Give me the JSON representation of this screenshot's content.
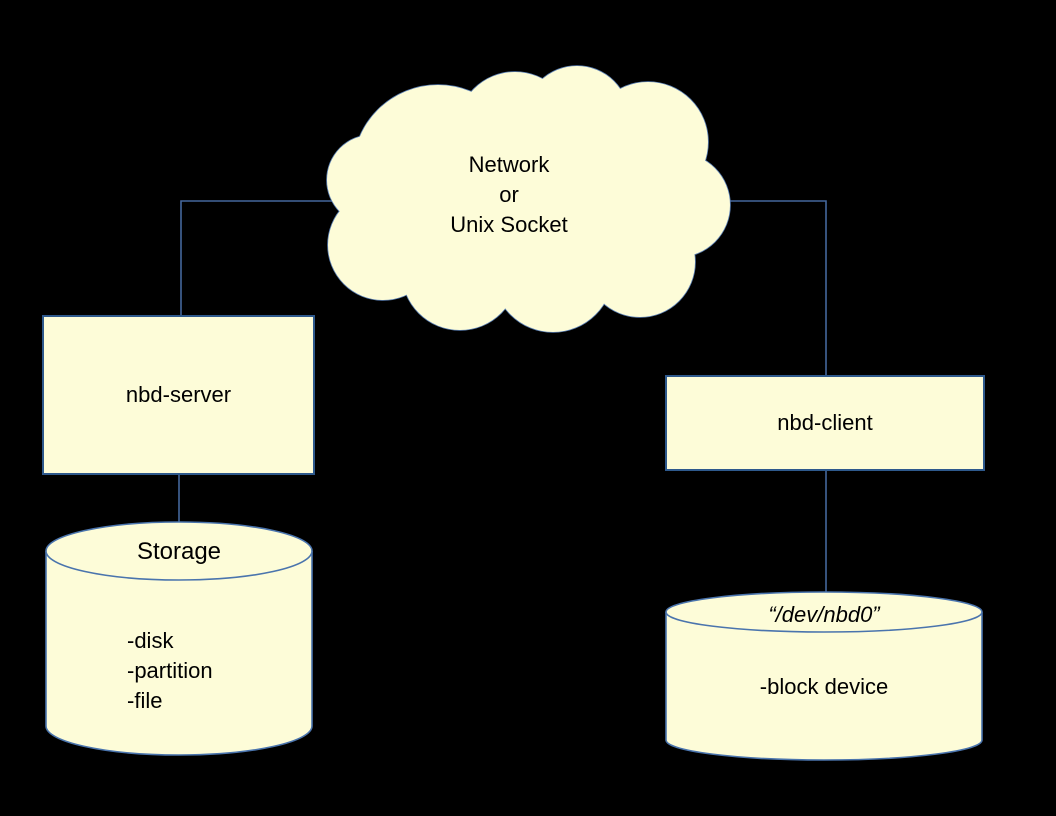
{
  "diagram": {
    "background_color": "#000000",
    "shape_fill_color": "#fdfcd8",
    "box_border_color": "#2e598c",
    "line_color": "#44679c",
    "cloud_stroke_color": "#5c80b4",
    "cloud": {
      "label_lines": [
        "Network",
        "or",
        "Unix Socket"
      ]
    },
    "server_box": {
      "label": "nbd-server"
    },
    "client_box": {
      "label": "nbd-client"
    },
    "storage_cylinder": {
      "title": "Storage",
      "items": [
        "-disk",
        "-partition",
        "-file"
      ]
    },
    "device_cylinder": {
      "title": "“/dev/nbd0”",
      "items": [
        "-block device"
      ]
    }
  }
}
